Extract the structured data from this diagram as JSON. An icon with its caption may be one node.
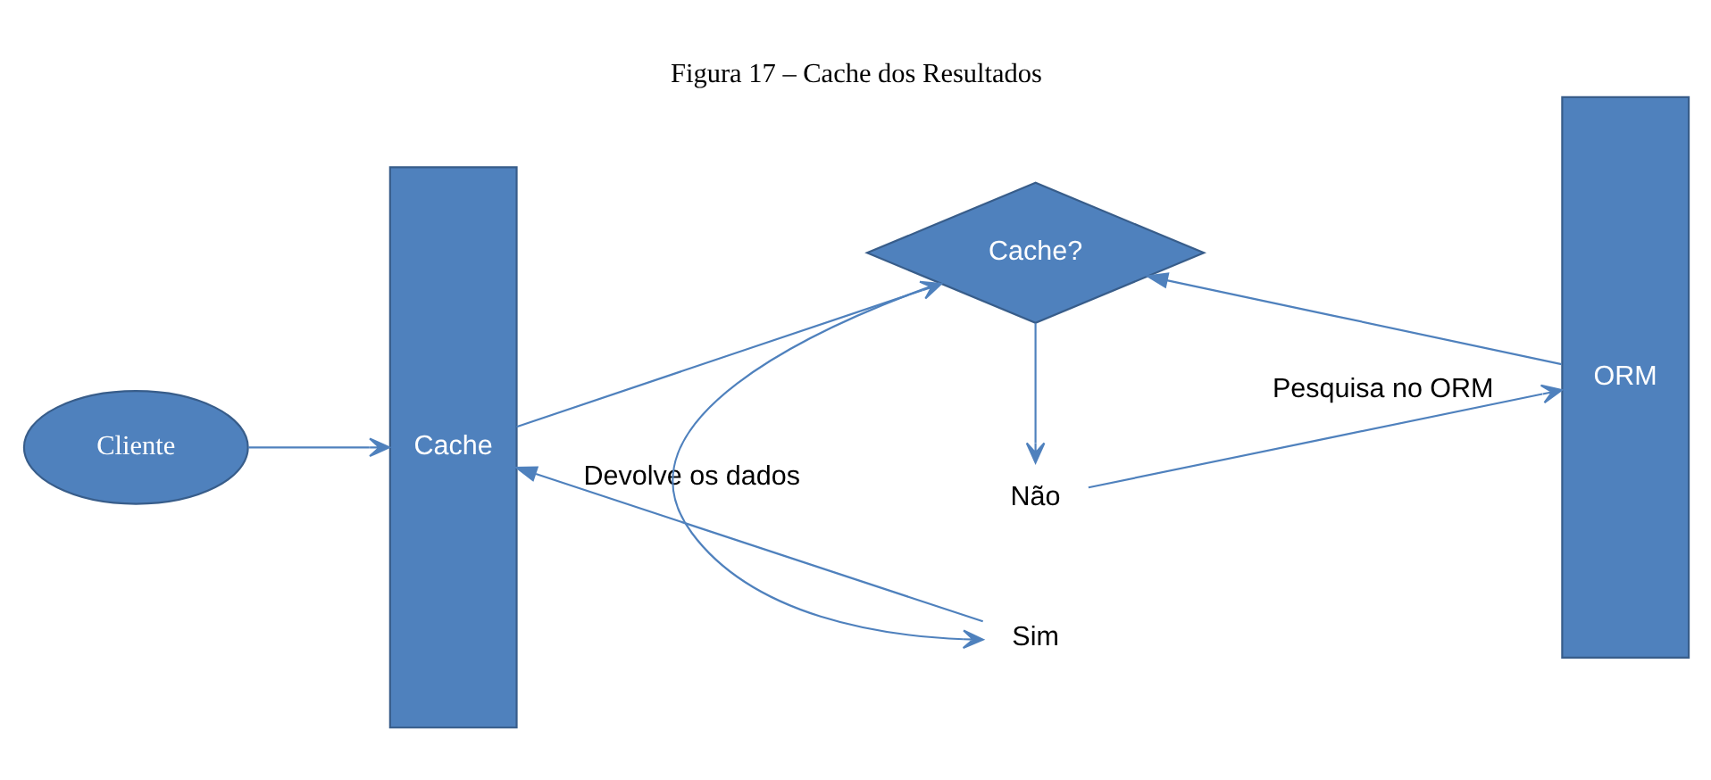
{
  "diagram": {
    "title": "Figura 17 – Cache dos Resultados",
    "nodes": [
      {
        "text": [
          "Cliente"
        ]
      },
      {
        "text": [
          "Cache"
        ]
      },
      {
        "text": [
          "Cache?"
        ]
      },
      {
        "text": [
          "ORM"
        ]
      },
      {
        "text": [
          "Sim"
        ]
      },
      {
        "text": [
          "Não"
        ]
      }
    ],
    "edges": [
      {
        "from": 0,
        "to": 1,
        "arrow": "to"
      },
      {
        "from": 1,
        "to": 2,
        "arrow": "to"
      },
      {
        "from": 3,
        "to": 2,
        "arrow": "to"
      },
      {
        "from": 2,
        "to": 4,
        "arrow": "to"
      },
      {
        "from": 4,
        "to": 1,
        "arrow": "to",
        "label": "Devolve os dados"
      },
      {
        "from": 2,
        "to": 5,
        "arrow": "to"
      },
      {
        "from": 5,
        "to": 3,
        "arrow": "to",
        "label": "Pesquisa no ORM"
      }
    ]
  }
}
